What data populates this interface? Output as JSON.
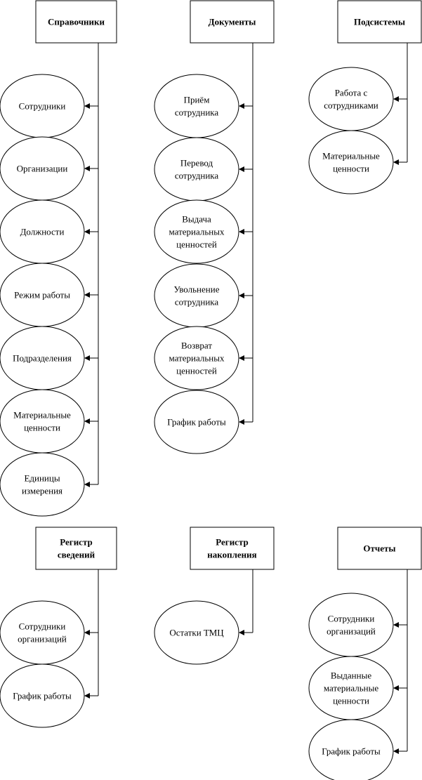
{
  "columns": [
    {
      "title": [
        "Справочники"
      ],
      "items": [
        [
          "Сотрудники"
        ],
        [
          "Организации"
        ],
        [
          "Должности"
        ],
        [
          "Режим работы"
        ],
        [
          "Подразделения"
        ],
        [
          "Материальные",
          "ценности"
        ],
        [
          "Единицы",
          "измерения"
        ]
      ]
    },
    {
      "title": [
        "Документы"
      ],
      "items": [
        [
          "Приём",
          "сотрудника"
        ],
        [
          "Перевод",
          "сотрудника"
        ],
        [
          "Выдача",
          "материальных",
          "ценностей"
        ],
        [
          "Увольнение",
          "сотрудника"
        ],
        [
          "Возврат",
          "материальных",
          "ценностей"
        ],
        [
          "График работы"
        ]
      ]
    },
    {
      "title": [
        "Подсистемы"
      ],
      "items": [
        [
          "Работа с",
          "сотрудниками"
        ],
        [
          "Материальные",
          "ценности"
        ]
      ]
    },
    {
      "title": [
        "Регистр",
        "сведений"
      ],
      "items": [
        [
          "Сотрудники",
          "организаций"
        ],
        [
          "График работы"
        ]
      ]
    },
    {
      "title": [
        "Регистр",
        "накопления"
      ],
      "items": [
        [
          "Остатки ТМЦ"
        ]
      ]
    },
    {
      "title": [
        "Отчеты"
      ],
      "items": [
        [
          "Сотрудники",
          "организаций"
        ],
        [
          "Выданные",
          "материальные",
          "ценности"
        ],
        [
          "График работы"
        ]
      ]
    }
  ]
}
